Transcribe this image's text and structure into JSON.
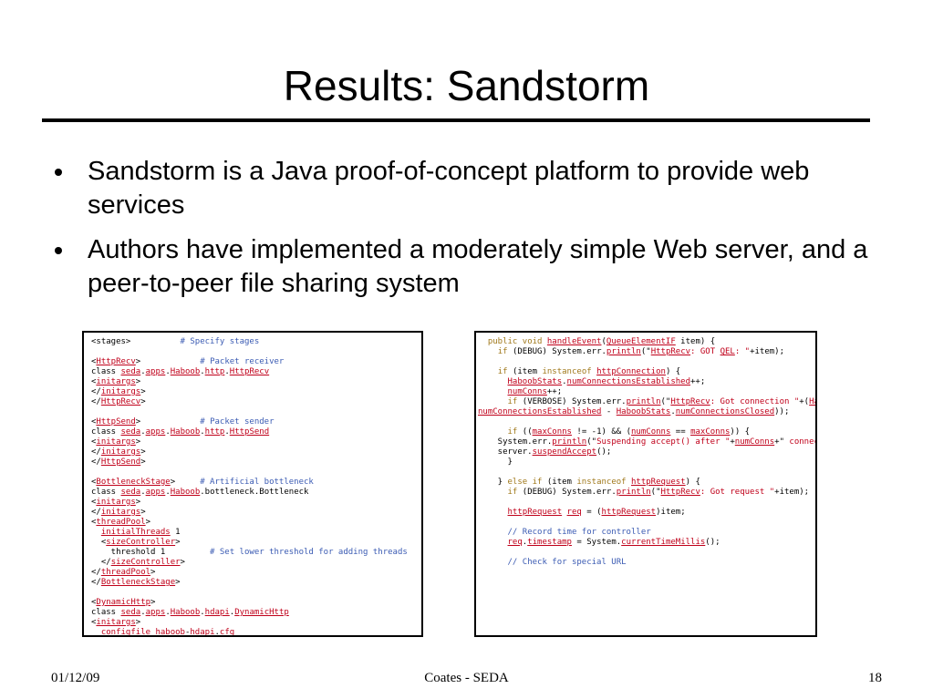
{
  "slide": {
    "title": "Results: Sandstorm",
    "bullets": [
      "Sandstorm is a Java proof-of-concept platform to provide web services",
      "Authors have implemented a moderately simple Web server, and a peer-to-peer file sharing system"
    ],
    "footer": {
      "date": "01/12/09",
      "center": "Coates - SEDA",
      "page": "18"
    }
  },
  "code_left": {
    "lines": [
      [
        [
          "t",
          "<stages>          "
        ],
        [
          "c",
          "# Specify stages"
        ]
      ],
      [],
      [
        [
          "t",
          "<"
        ],
        [
          "l",
          "HttpRecv"
        ],
        [
          "t",
          ">            "
        ],
        [
          "c",
          "# Packet receiver"
        ]
      ],
      [
        [
          "t",
          "class "
        ],
        [
          "l",
          "seda"
        ],
        [
          "t",
          "."
        ],
        [
          "l",
          "apps"
        ],
        [
          "t",
          "."
        ],
        [
          "l",
          "Haboob"
        ],
        [
          "t",
          "."
        ],
        [
          "l",
          "http"
        ],
        [
          "t",
          "."
        ],
        [
          "l",
          "HttpRecv"
        ]
      ],
      [
        [
          "t",
          "<"
        ],
        [
          "l",
          "initargs"
        ],
        [
          "t",
          ">"
        ]
      ],
      [
        [
          "t",
          "</"
        ],
        [
          "l",
          "initargs"
        ],
        [
          "t",
          ">"
        ]
      ],
      [
        [
          "t",
          "</"
        ],
        [
          "l",
          "HttpRecv"
        ],
        [
          "t",
          ">"
        ]
      ],
      [],
      [
        [
          "t",
          "<"
        ],
        [
          "l",
          "HttpSend"
        ],
        [
          "t",
          ">            "
        ],
        [
          "c",
          "# Packet sender"
        ]
      ],
      [
        [
          "t",
          "class "
        ],
        [
          "l",
          "seda"
        ],
        [
          "t",
          "."
        ],
        [
          "l",
          "apps"
        ],
        [
          "t",
          "."
        ],
        [
          "l",
          "Haboob"
        ],
        [
          "t",
          "."
        ],
        [
          "l",
          "http"
        ],
        [
          "t",
          "."
        ],
        [
          "l",
          "HttpSend"
        ]
      ],
      [
        [
          "t",
          "<"
        ],
        [
          "l",
          "initargs"
        ],
        [
          "t",
          ">"
        ]
      ],
      [
        [
          "t",
          "</"
        ],
        [
          "l",
          "initargs"
        ],
        [
          "t",
          ">"
        ]
      ],
      [
        [
          "t",
          "</"
        ],
        [
          "l",
          "HttpSend"
        ],
        [
          "t",
          ">"
        ]
      ],
      [],
      [
        [
          "t",
          "<"
        ],
        [
          "l",
          "BottleneckStage"
        ],
        [
          "t",
          ">     "
        ],
        [
          "c",
          "# Artificial bottleneck"
        ]
      ],
      [
        [
          "t",
          "class "
        ],
        [
          "l",
          "seda"
        ],
        [
          "t",
          "."
        ],
        [
          "l",
          "apps"
        ],
        [
          "t",
          "."
        ],
        [
          "l",
          "Haboob"
        ],
        [
          "t",
          ".bottleneck.Bottleneck"
        ]
      ],
      [
        [
          "t",
          "<"
        ],
        [
          "l",
          "initargs"
        ],
        [
          "t",
          ">"
        ]
      ],
      [
        [
          "t",
          "</"
        ],
        [
          "l",
          "initargs"
        ],
        [
          "t",
          ">"
        ]
      ],
      [
        [
          "t",
          "<"
        ],
        [
          "l",
          "threadPool"
        ],
        [
          "t",
          ">"
        ]
      ],
      [
        [
          "t",
          "  "
        ],
        [
          "l",
          "initialThreads"
        ],
        [
          "t",
          " 1"
        ]
      ],
      [
        [
          "t",
          "  <"
        ],
        [
          "l",
          "sizeController"
        ],
        [
          "t",
          ">"
        ]
      ],
      [
        [
          "t",
          "    threshold 1         "
        ],
        [
          "c",
          "# Set lower threshold for adding threads"
        ]
      ],
      [
        [
          "t",
          "  </"
        ],
        [
          "l",
          "sizeController"
        ],
        [
          "t",
          ">"
        ]
      ],
      [
        [
          "t",
          "</"
        ],
        [
          "l",
          "threadPool"
        ],
        [
          "t",
          ">"
        ]
      ],
      [
        [
          "t",
          "</"
        ],
        [
          "l",
          "BottleneckStage"
        ],
        [
          "t",
          ">"
        ]
      ],
      [],
      [
        [
          "t",
          "<"
        ],
        [
          "l",
          "DynamicHttp"
        ],
        [
          "t",
          ">"
        ]
      ],
      [
        [
          "t",
          "class "
        ],
        [
          "l",
          "seda"
        ],
        [
          "t",
          "."
        ],
        [
          "l",
          "apps"
        ],
        [
          "t",
          "."
        ],
        [
          "l",
          "Haboob"
        ],
        [
          "t",
          "."
        ],
        [
          "l",
          "hdapi"
        ],
        [
          "t",
          "."
        ],
        [
          "l",
          "DynamicHttp"
        ]
      ],
      [
        [
          "t",
          "<"
        ],
        [
          "l",
          "initargs"
        ],
        [
          "t",
          ">"
        ]
      ],
      [
        [
          "t",
          "  "
        ],
        [
          "l",
          "configfile"
        ],
        [
          "t",
          " "
        ],
        [
          "l",
          "haboob"
        ],
        [
          "t",
          "-"
        ],
        [
          "l",
          "hdapi"
        ],
        [
          "t",
          "."
        ],
        [
          "l",
          "cfg"
        ]
      ]
    ]
  },
  "code_right": {
    "lines": [
      [
        [
          "t",
          "  "
        ],
        [
          "k",
          "public void "
        ],
        [
          "l",
          "handleEvent"
        ],
        [
          "t",
          "("
        ],
        [
          "l",
          "QueueElementIF"
        ],
        [
          "t",
          " item) {"
        ]
      ],
      [
        [
          "t",
          "    "
        ],
        [
          "k",
          "if "
        ],
        [
          "t",
          "(DEBUG) System.err."
        ],
        [
          "l",
          "println"
        ],
        [
          "t",
          "(\""
        ],
        [
          "l",
          "HttpRecv"
        ],
        [
          "s",
          ": GOT "
        ],
        [
          "l",
          "QEL"
        ],
        [
          "s",
          ": \""
        ],
        [
          "t",
          "+item);"
        ]
      ],
      [],
      [
        [
          "t",
          "    "
        ],
        [
          "k",
          "if "
        ],
        [
          "t",
          "(item "
        ],
        [
          "k",
          "instanceof "
        ],
        [
          "l",
          "httpConnection"
        ],
        [
          "t",
          ") {"
        ]
      ],
      [
        [
          "t",
          "      "
        ],
        [
          "l",
          "HaboobStats"
        ],
        [
          "t",
          "."
        ],
        [
          "l",
          "numConnectionsEstablished"
        ],
        [
          "t",
          "++;"
        ]
      ],
      [
        [
          "t",
          "      "
        ],
        [
          "l",
          "numConns"
        ],
        [
          "t",
          "++;"
        ]
      ],
      [
        [
          "t",
          "      "
        ],
        [
          "k",
          "if "
        ],
        [
          "t",
          "(VERBOSE) System.err."
        ],
        [
          "l",
          "println"
        ],
        [
          "t",
          "(\""
        ],
        [
          "l",
          "HttpRecv"
        ],
        [
          "s",
          ": Got connection \""
        ],
        [
          "t",
          "+("
        ],
        [
          "l",
          "HaboobStats"
        ],
        [
          "t",
          "."
        ],
        [
          "l",
          "n"
        ]
      ],
      [
        [
          "l",
          "numConnectionsEstablished"
        ],
        [
          "t",
          " - "
        ],
        [
          "l",
          "HaboobStats"
        ],
        [
          "t",
          "."
        ],
        [
          "l",
          "numConnectionsClosed"
        ],
        [
          "t",
          "));"
        ]
      ],
      [],
      [
        [
          "t",
          "      "
        ],
        [
          "k",
          "if "
        ],
        [
          "t",
          "(("
        ],
        [
          "l",
          "maxConns"
        ],
        [
          "t",
          " != -1) && ("
        ],
        [
          "l",
          "numConns"
        ],
        [
          "t",
          " == "
        ],
        [
          "l",
          "maxConns"
        ],
        [
          "t",
          ")) {"
        ]
      ],
      [
        [
          "t",
          "    System.err."
        ],
        [
          "l",
          "println"
        ],
        [
          "t",
          "(\""
        ],
        [
          "s",
          "Suspending accept() after \""
        ],
        [
          "t",
          "+"
        ],
        [
          "l",
          "numConns"
        ],
        [
          "t",
          "+\""
        ],
        [
          "s",
          " connections\""
        ],
        [
          "t",
          ");"
        ]
      ],
      [
        [
          "t",
          "    server."
        ],
        [
          "l",
          "suspendAccept"
        ],
        [
          "t",
          "();"
        ]
      ],
      [
        [
          "t",
          "      }"
        ]
      ],
      [],
      [
        [
          "t",
          "    } "
        ],
        [
          "k",
          "else if "
        ],
        [
          "t",
          "(item "
        ],
        [
          "k",
          "instanceof "
        ],
        [
          "l",
          "httpRequest"
        ],
        [
          "t",
          ") {"
        ]
      ],
      [
        [
          "t",
          "      "
        ],
        [
          "k",
          "if "
        ],
        [
          "t",
          "(DEBUG) System.err."
        ],
        [
          "l",
          "println"
        ],
        [
          "t",
          "(\""
        ],
        [
          "l",
          "HttpRecv"
        ],
        [
          "s",
          ": Got request \""
        ],
        [
          "t",
          "+item);"
        ]
      ],
      [],
      [
        [
          "t",
          "      "
        ],
        [
          "l",
          "httpRequest"
        ],
        [
          "t",
          " "
        ],
        [
          "l",
          "req"
        ],
        [
          "t",
          " = ("
        ],
        [
          "l",
          "httpRequest"
        ],
        [
          "t",
          ")item;"
        ]
      ],
      [],
      [
        [
          "t",
          "      "
        ],
        [
          "c",
          "// Record time for controller"
        ]
      ],
      [
        [
          "t",
          "      "
        ],
        [
          "l",
          "req"
        ],
        [
          "t",
          "."
        ],
        [
          "l",
          "timestamp"
        ],
        [
          "t",
          " = System."
        ],
        [
          "l",
          "currentTimeMillis"
        ],
        [
          "t",
          "();"
        ]
      ],
      [],
      [
        [
          "t",
          "      "
        ],
        [
          "c",
          "// Check for special URL"
        ]
      ]
    ]
  }
}
